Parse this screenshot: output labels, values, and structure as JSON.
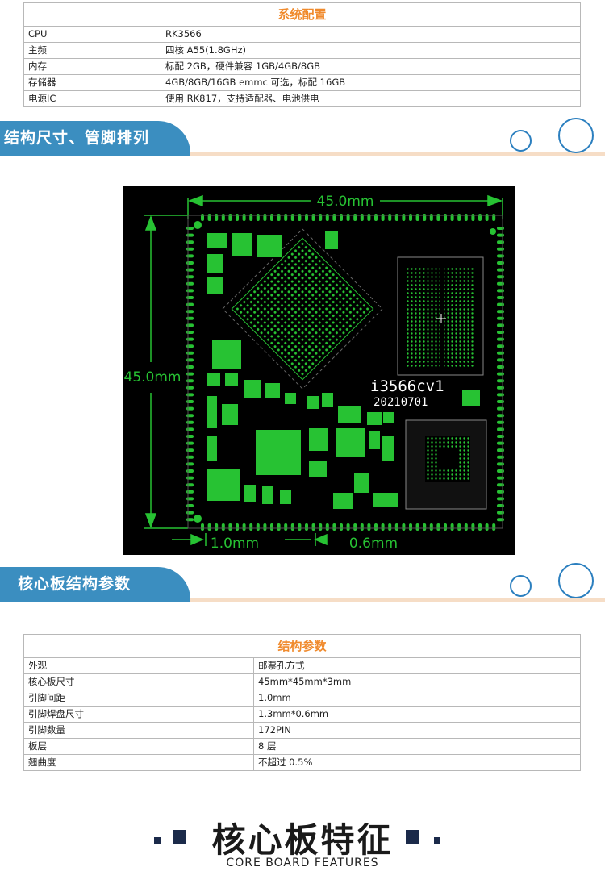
{
  "system_config": {
    "title": "系统配置",
    "rows": [
      {
        "label": "CPU",
        "value": "RK3566"
      },
      {
        "label": "主频",
        "value": "四核 A55(1.8GHz)"
      },
      {
        "label": "内存",
        "value": "标配 2GB，硬件兼容 1GB/4GB/8GB"
      },
      {
        "label": "存储器",
        "value": "4GB/8GB/16GB emmc 可选，标配 16GB"
      },
      {
        "label": "电源IC",
        "value": "使用 RK817，支持适配器、电池供电"
      }
    ]
  },
  "section_dimensions": {
    "title": "结构尺寸、管脚排列"
  },
  "pcb": {
    "width_label": "45.0mm",
    "height_label": "45.0mm",
    "pitch_label": "1.0mm",
    "pad_label": "0.6mm",
    "model": "i3566cv1",
    "date": "20210701",
    "colors": {
      "board": "#000000",
      "copper": "#27c233",
      "silkscreen": "#ffffff"
    }
  },
  "section_params": {
    "title": "核心板结构参数"
  },
  "structure_params": {
    "title": "结构参数",
    "rows": [
      {
        "label": "外观",
        "value": "邮票孔方式"
      },
      {
        "label": "核心板尺寸",
        "value": "45mm*45mm*3mm"
      },
      {
        "label": "引脚间距",
        "value": "1.0mm"
      },
      {
        "label": "引脚焊盘尺寸",
        "value": "1.3mm*0.6mm"
      },
      {
        "label": "引脚数量",
        "value": "172PIN"
      },
      {
        "label": "板层",
        "value": "8 层"
      },
      {
        "label": "翘曲度",
        "value": "不超过 0.5%"
      }
    ]
  },
  "features": {
    "title": "核心板特征",
    "subtitle": "CORE BOARD FEATURES"
  }
}
